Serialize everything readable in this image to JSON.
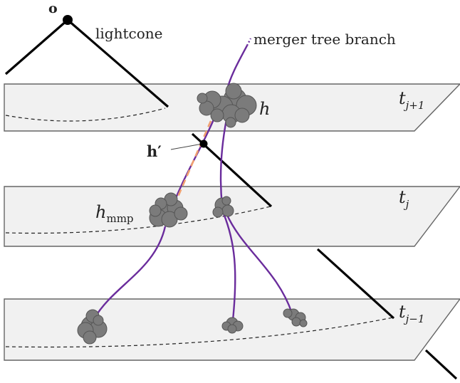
{
  "labels": {
    "observer": "o",
    "lightcone": "lightcone",
    "merger_tree_branch": "merger tree branch",
    "halo": "h",
    "halo_prime": "h′",
    "halo_mmp_main": "h",
    "halo_mmp_sub": "mmp",
    "t_upper_main": "t",
    "t_upper_sub": "j+1",
    "t_mid_main": "t",
    "t_mid_sub": "j",
    "t_lower_main": "t",
    "t_lower_sub": "j−1"
  },
  "colors": {
    "branch": "#6a2c9c",
    "mmp_link": "#f0a070",
    "halo_fill": "#7b7b7b",
    "plane_fill": "#f1f1f1"
  }
}
